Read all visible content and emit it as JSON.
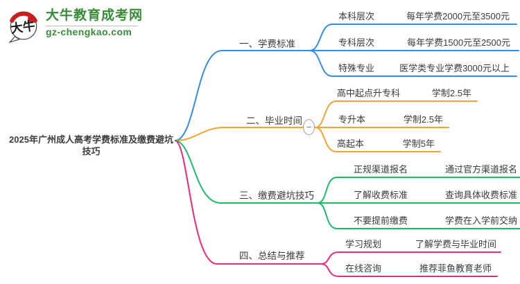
{
  "logo": {
    "title": "大牛教育成考网",
    "domain": "gz-chengkao.com",
    "icon_text": "大牛"
  },
  "root": {
    "title": "2025年广州成人高考学费标准及缴费避坑技巧"
  },
  "icons": {
    "collapse": "−"
  },
  "colors": {
    "branch1": "#338CE6",
    "branch2": "#F0A32F",
    "branch3": "#17BD67",
    "branch4": "#F1257C",
    "logo_green": "#378C38",
    "text": "#3A3A3A"
  },
  "branches": [
    {
      "label": "一、学费标准",
      "children": [
        {
          "label": "本科层次",
          "value": "每年学费2000元至3500元"
        },
        {
          "label": "专科层次",
          "value": "每年学费1500元至2500元"
        },
        {
          "label": "特殊专业",
          "value": "医学类专业学费3000元以上"
        }
      ]
    },
    {
      "label": "二、毕业时间",
      "children": [
        {
          "label": "高中起点升专科",
          "value": "学制2.5年"
        },
        {
          "label": "专升本",
          "value": "学制2.5年"
        },
        {
          "label": "高起本",
          "value": "学制5年"
        }
      ]
    },
    {
      "label": "三、缴费避坑技巧",
      "children": [
        {
          "label": "正规渠道报名",
          "value": "通过官方渠道报名"
        },
        {
          "label": "了解收费标准",
          "value": "查询具体收费标准"
        },
        {
          "label": "不要提前缴费",
          "value": "学费在入学前交纳"
        }
      ]
    },
    {
      "label": "四、总结与推荐",
      "children": [
        {
          "label": "学习规划",
          "value": "了解学费与毕业时间"
        },
        {
          "label": "在线咨询",
          "value": "推荐菲鱼教育老师"
        }
      ]
    }
  ]
}
